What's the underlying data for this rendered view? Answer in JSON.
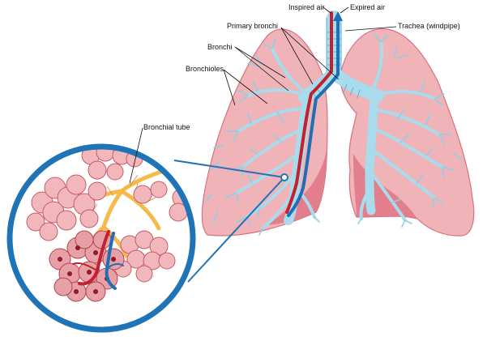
{
  "labels": {
    "inspired_air": "Inspired air",
    "expired_air": "Expired air",
    "primary_bronchi": "Primary bronchi",
    "trachea": "Trachea (windpipe)",
    "bronchi": "Bronchi",
    "bronchioles": "Bronchioles",
    "bronchial_tube": "Bronchial tube"
  },
  "colors": {
    "lung_fill": "#f0b3b8",
    "lung_stroke": "#d9707d",
    "lung_inner": "#e07585",
    "airway": "#a8dcec",
    "airway_stroke": "#5db3d3",
    "blood_red": "#c3212f",
    "blood_blue": "#1f6fb5",
    "magnifier_ring": "#1f73b7",
    "alveoli": "#f2b7ba",
    "alveoli_stroke": "#c85a68",
    "capillary": "#f6b94a"
  }
}
